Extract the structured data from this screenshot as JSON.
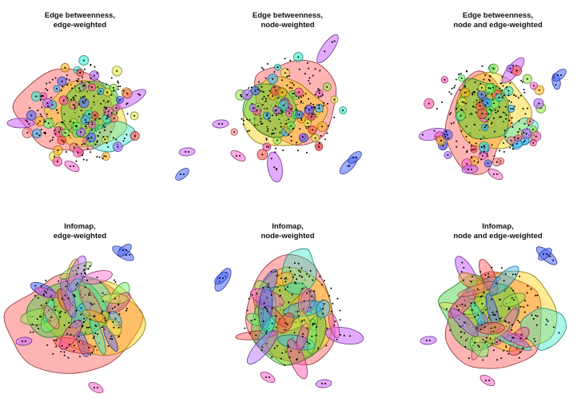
{
  "chart_data": [
    {
      "type": "network-communities",
      "title_lines": [
        "Edge betweenness,",
        "edge-weighted"
      ],
      "clusters": [
        {
          "color": "#ff4d4d",
          "shape": "blob",
          "rx": 66,
          "ry": 56,
          "rot": -10,
          "nodes": 36
        },
        {
          "color": "#ffd000",
          "shape": "blob",
          "rx": 50,
          "ry": 40,
          "rot": 20,
          "nodes": 24
        },
        {
          "color": "#33cc33",
          "shape": "blob",
          "rx": 40,
          "ry": 34,
          "rot": -30,
          "nodes": 20
        },
        {
          "color": "#33e6cc",
          "shape": "blob",
          "rx": 32,
          "ry": 18,
          "rot": -15,
          "nodes": 10
        },
        {
          "color": "#cc66ff",
          "shape": "pod",
          "rx": 21,
          "ry": 7,
          "rot": -30,
          "nodes": 4
        },
        {
          "color": "#cc66ff",
          "shape": "pod",
          "rx": 17,
          "ry": 6,
          "rot": 0,
          "nodes": 3
        }
      ],
      "small_groups": 60,
      "stray_nodes": 120
    },
    {
      "type": "network-communities",
      "title_lines": [
        "Edge betweenness,",
        "node-weighted"
      ],
      "clusters": [
        {
          "color": "#ff4d4d",
          "shape": "blob",
          "rx": 52,
          "ry": 58,
          "rot": 15,
          "nodes": 30
        },
        {
          "color": "#ffd000",
          "shape": "blob",
          "rx": 54,
          "ry": 44,
          "rot": -5,
          "nodes": 24
        },
        {
          "color": "#33cc33",
          "shape": "blob",
          "rx": 36,
          "ry": 34,
          "rot": 10,
          "nodes": 18
        },
        {
          "color": "#cc66ff",
          "shape": "pod",
          "rx": 19,
          "ry": 9,
          "rot": 80,
          "nodes": 4
        },
        {
          "color": "#cc66ff",
          "shape": "pod",
          "rx": 21,
          "ry": 7,
          "rot": -55,
          "nodes": 4
        },
        {
          "color": "#4d66ff",
          "shape": "pod",
          "rx": 14,
          "ry": 6,
          "rot": -45,
          "nodes": 3
        }
      ],
      "small_groups": 55,
      "stray_nodes": 110
    },
    {
      "type": "network-communities",
      "title_lines": [
        "Edge betweenness,",
        "node and edge-weighted"
      ],
      "clusters": [
        {
          "color": "#ff4d4d",
          "shape": "blob",
          "rx": 40,
          "ry": 66,
          "rot": 5,
          "nodes": 32
        },
        {
          "color": "#ffd000",
          "shape": "blob",
          "rx": 48,
          "ry": 52,
          "rot": 0,
          "nodes": 24
        },
        {
          "color": "#33cc33",
          "shape": "blob",
          "rx": 36,
          "ry": 40,
          "rot": -20,
          "nodes": 20
        },
        {
          "color": "#33e6cc",
          "shape": "blob",
          "rx": 24,
          "ry": 16,
          "rot": -30,
          "nodes": 8
        },
        {
          "color": "#cc66ff",
          "shape": "pod",
          "rx": 20,
          "ry": 7,
          "rot": -50,
          "nodes": 4
        },
        {
          "color": "#cc66ff",
          "shape": "pod",
          "rx": 18,
          "ry": 7,
          "rot": -10,
          "nodes": 3
        },
        {
          "color": "#4d66ff",
          "shape": "pod",
          "rx": 10,
          "ry": 5,
          "rot": 80,
          "nodes": 2
        }
      ],
      "small_groups": 60,
      "stray_nodes": 120
    },
    {
      "type": "network-communities",
      "title_lines": [
        "Infomap,",
        "edge-weighted"
      ],
      "clusters": [
        {
          "color": "#ff4d4d",
          "shape": "blob",
          "rx": 86,
          "ry": 62,
          "rot": -5,
          "nodes": 30
        },
        {
          "color": "#ffd000",
          "shape": "blob",
          "rx": 64,
          "ry": 46,
          "rot": 10,
          "nodes": 20
        },
        {
          "color": "#33cc33",
          "shape": "blob",
          "rx": 52,
          "ry": 36,
          "rot": -10,
          "nodes": 18
        },
        {
          "color": "#33e6cc",
          "shape": "blob",
          "rx": 30,
          "ry": 24,
          "rot": 20,
          "nodes": 10
        },
        {
          "color": "#4d66ff",
          "shape": "pod",
          "rx": 17,
          "ry": 7,
          "rot": 25,
          "nodes": 3
        },
        {
          "color": "#4d66ff",
          "shape": "pod",
          "rx": 15,
          "ry": 6,
          "rot": 30,
          "nodes": 3
        }
      ],
      "overlap_pods": 24,
      "stray_nodes": 90
    },
    {
      "type": "network-communities",
      "title_lines": [
        "Infomap,",
        "node-weighted"
      ],
      "clusters": [
        {
          "color": "#ff4d4d",
          "shape": "blob",
          "rx": 58,
          "ry": 72,
          "rot": 0,
          "nodes": 30
        },
        {
          "color": "#ffd000",
          "shape": "blob",
          "rx": 52,
          "ry": 62,
          "rot": 0,
          "nodes": 22
        },
        {
          "color": "#33cc33",
          "shape": "blob",
          "rx": 46,
          "ry": 56,
          "rot": 0,
          "nodes": 20
        },
        {
          "color": "#33e6cc",
          "shape": "blob",
          "rx": 24,
          "ry": 28,
          "rot": 0,
          "nodes": 8
        },
        {
          "color": "#4d66ff",
          "shape": "pod",
          "rx": 16,
          "ry": 7,
          "rot": -60,
          "nodes": 3
        },
        {
          "color": "#cc66ff",
          "shape": "pod",
          "rx": 24,
          "ry": 10,
          "rot": 10,
          "nodes": 4
        }
      ],
      "overlap_pods": 26,
      "stray_nodes": 90
    },
    {
      "type": "network-communities",
      "title_lines": [
        "Infomap,",
        "node and edge-weighted"
      ],
      "clusters": [
        {
          "color": "#ff4d4d",
          "shape": "blob",
          "rx": 62,
          "ry": 68,
          "rot": 0,
          "nodes": 30
        },
        {
          "color": "#ffd000",
          "shape": "blob",
          "rx": 58,
          "ry": 56,
          "rot": 0,
          "nodes": 22
        },
        {
          "color": "#33cc33",
          "shape": "blob",
          "rx": 48,
          "ry": 50,
          "rot": 0,
          "nodes": 20
        },
        {
          "color": "#33e6cc",
          "shape": "blob",
          "rx": 28,
          "ry": 28,
          "rot": 0,
          "nodes": 8
        },
        {
          "color": "#cc66ff",
          "shape": "pod",
          "rx": 24,
          "ry": 9,
          "rot": 60,
          "nodes": 4
        },
        {
          "color": "#4d66ff",
          "shape": "pod",
          "rx": 16,
          "ry": 6,
          "rot": 40,
          "nodes": 3
        }
      ],
      "overlap_pods": 26,
      "stray_nodes": 90
    }
  ]
}
